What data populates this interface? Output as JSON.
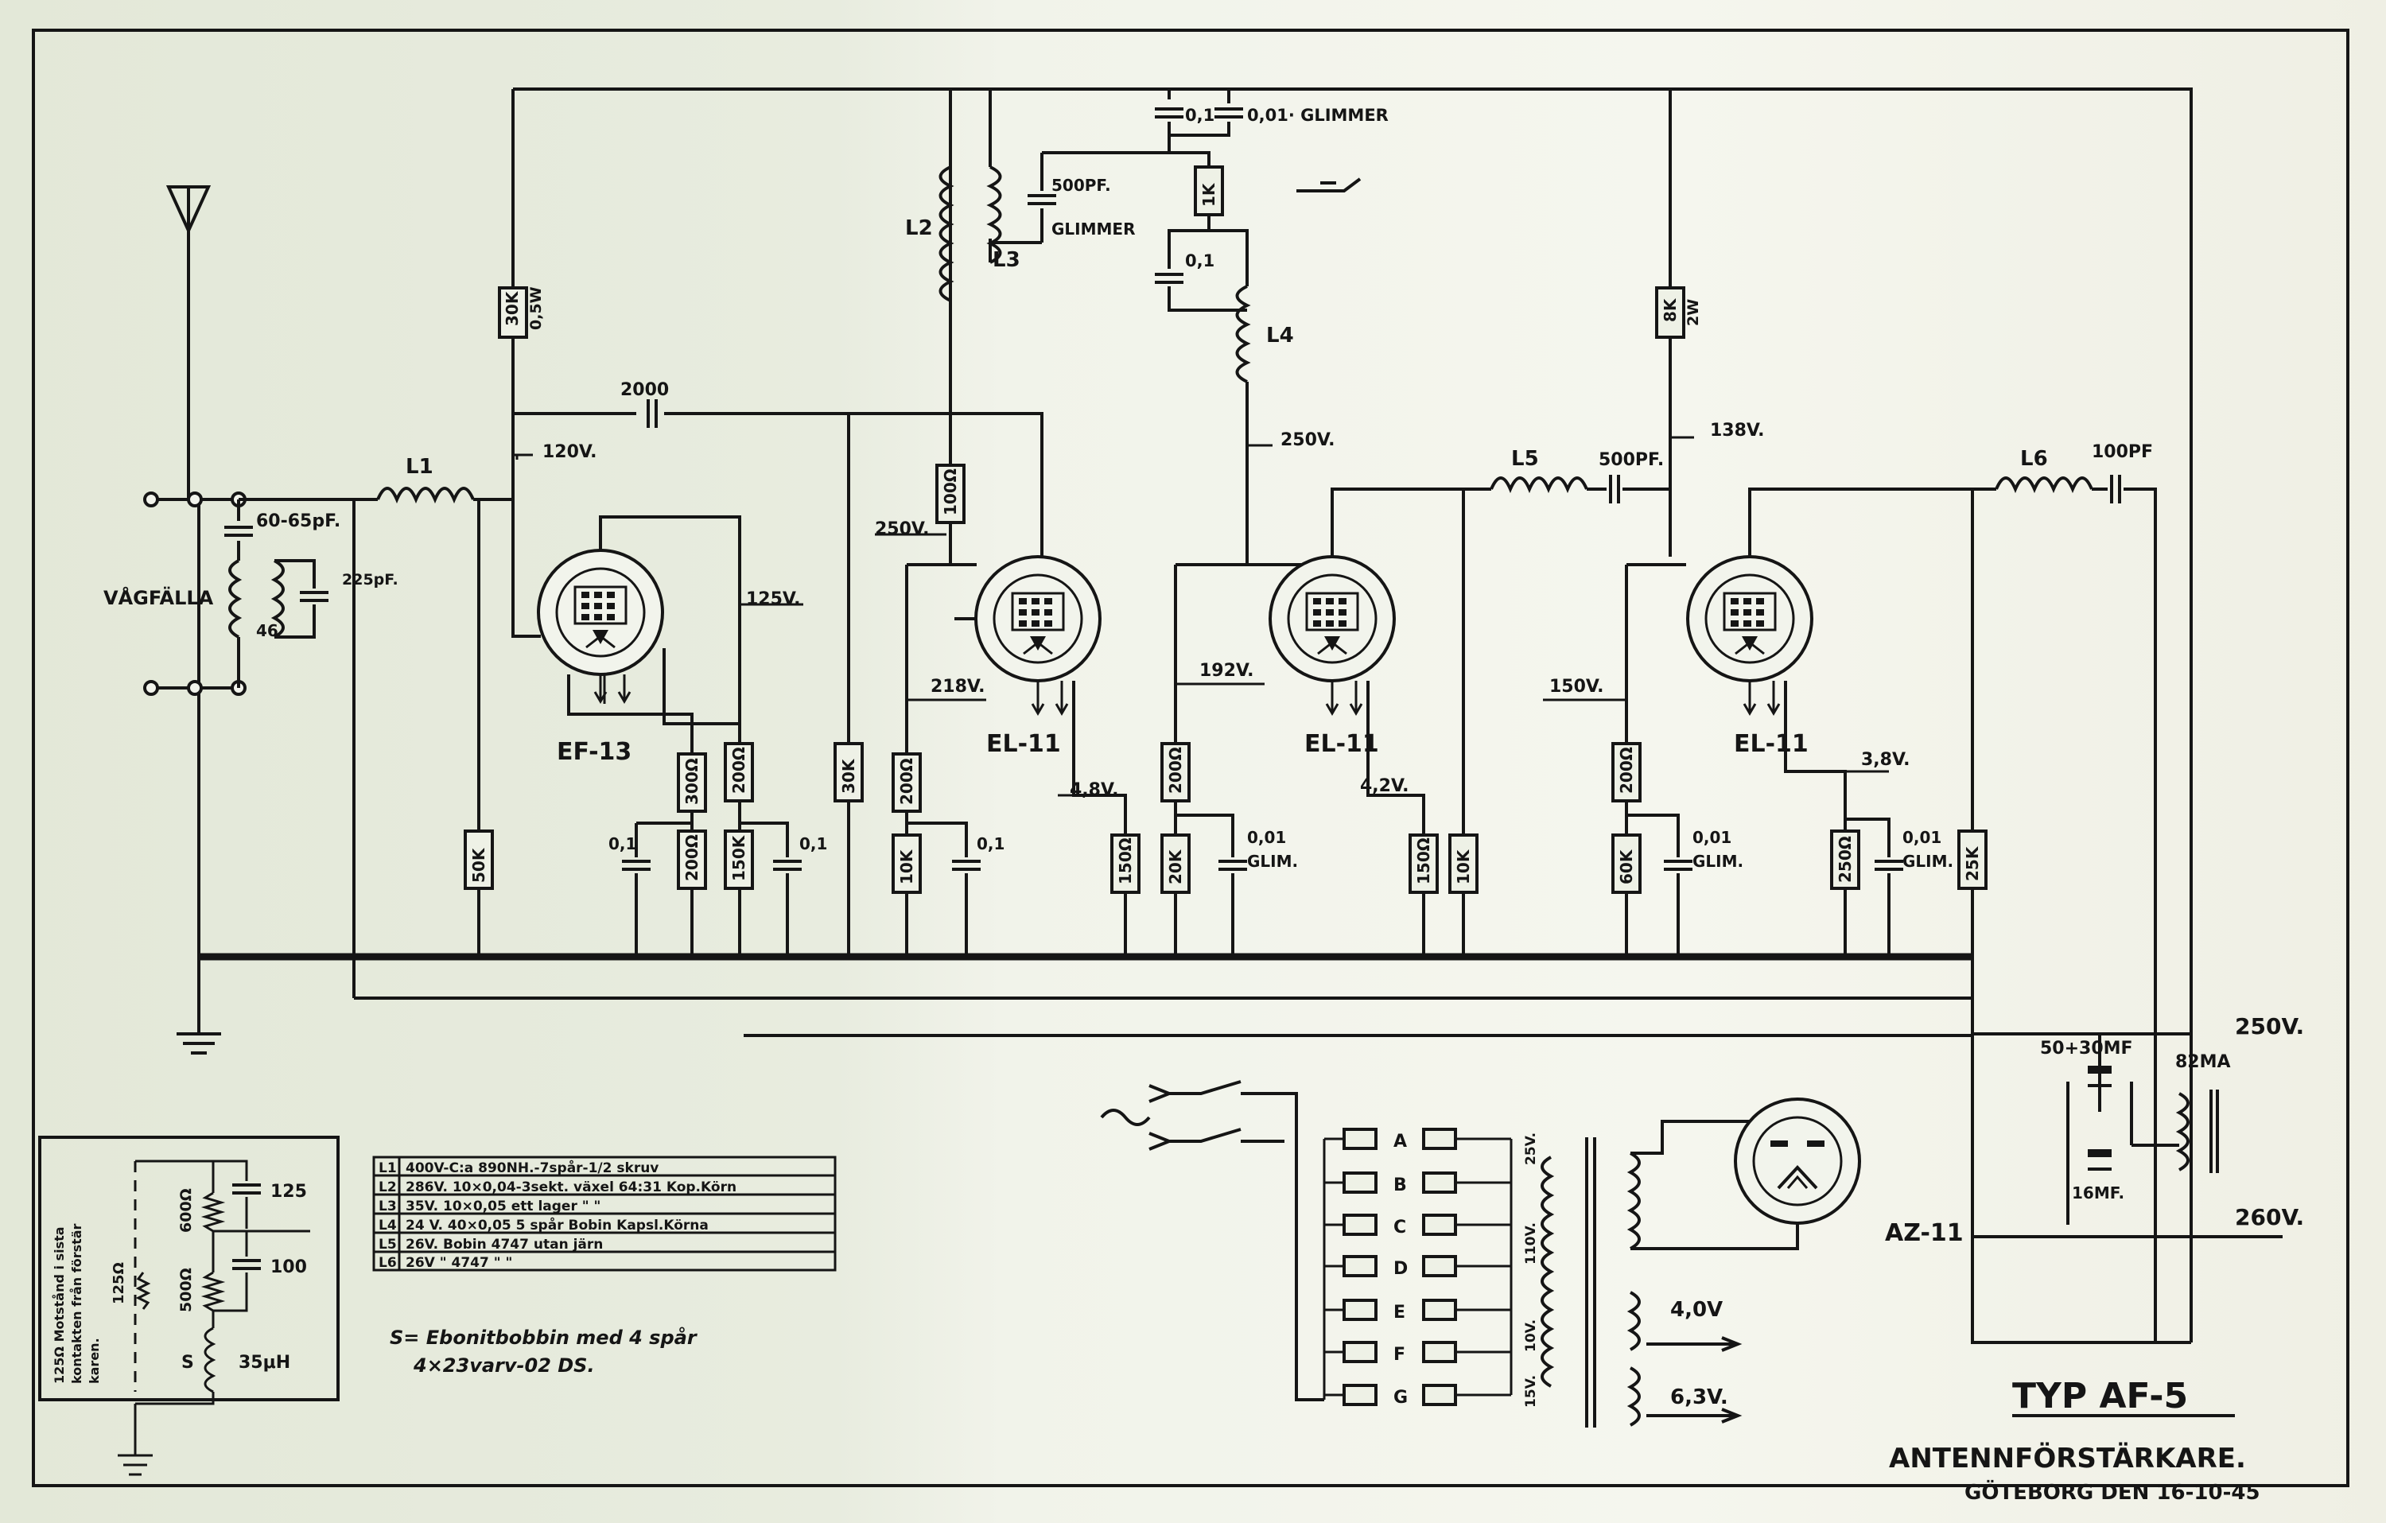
{
  "title": "TYP AF-5",
  "subtitle": "ANTENNFÖRSTÄRKARE.",
  "date_line": "GÖTEBORG DEN 16-10-45",
  "tubes": [
    "EF-13",
    "EL-11",
    "EL-11",
    "EL-11",
    "AZ-11"
  ],
  "coils": [
    "L1",
    "L2",
    "L3",
    "L4",
    "L5",
    "L6"
  ],
  "resistors": {
    "r_30k_top": "30K",
    "r_30k_top_w": "0,5W",
    "r_1k": "1K",
    "r_100_anode": "100Ω",
    "r_8k": "8K",
    "r_8k_w": "2W",
    "r_50k": "50K",
    "r_300": "300Ω",
    "r_200a": "200Ω",
    "r_200b": "200Ω",
    "r_150k": "150K",
    "r_30k": "30K",
    "r_200c": "200Ω",
    "r_10k_a": "10K",
    "r_200d": "200Ω",
    "r_150a": "150Ω",
    "r_20k": "20K",
    "r_150b": "150Ω",
    "r_10k_b": "10K",
    "r_200e": "200Ω",
    "r_60k": "60K",
    "r_250": "250Ω",
    "r_25k": "25K"
  },
  "capacitors": {
    "c_01_top": "0,1",
    "c_001_glimmer": "0,01· GLIMMER",
    "c_500_label": "500PF.",
    "c_glimmer": "GLIMMER",
    "c_01_mid": "0,1",
    "c_2000": "2000",
    "c_60_65": "60-65pF.",
    "c_225": "225pF.",
    "c_01_a": "0,1",
    "c_01_b": "0,1",
    "c_01_c": "0,1",
    "c_001_glim_a": "0,01",
    "glim_a": "GLIM.",
    "c_001_glim_b": "0,01",
    "glim_b": "GLIM.",
    "c_001_glim_c": "0,01",
    "glim_c": "GLIM.",
    "c_500_l5": "500PF.",
    "c_100_l6": "100PF",
    "c_50_30": "50+30MF",
    "c_16": "16MF."
  },
  "voltages": {
    "v120": "120V.",
    "v125": "125V.",
    "v250a": "250V.",
    "v218": "218V.",
    "v48": "4,8V.",
    "v250b": "250V.",
    "v192": "192V.",
    "v42": "4,2V.",
    "v138": "138V.",
    "v150": "150V.",
    "v38": "3,8V.",
    "v250_out": "250V.",
    "v82ma": "82MA",
    "v260": "260V.",
    "v40": "4,0V",
    "v63": "6,3V.",
    "v25": "25V.",
    "v110": "110V.",
    "v10": "10V.",
    "v15": "15V."
  },
  "vagfalla": "VÅGFÄLLA",
  "vag_sub": "46",
  "switch_letters": [
    "A",
    "B",
    "C",
    "D",
    "E",
    "F",
    "G"
  ],
  "coil_table": [
    [
      "L1",
      "400V-C:a 890NH.-7spår-1/2 skruv"
    ],
    [
      "L2",
      "286V. 10×0,04-3sekt. växel 64:31 Kop.Körn"
    ],
    [
      "L3",
      "35V. 10×0,05 ett lager \" \""
    ],
    [
      "L4",
      "24 V. 40×0,05 5 spår Bobin Kapsl.Körna"
    ],
    [
      "L5",
      "26V. Bobin 4747 utan järn"
    ],
    [
      "L6",
      "26V \" 4747 \" \""
    ]
  ],
  "note_s_line1": "S= Ebonitbobbin med 4 spår",
  "note_s_line2": "4×23varv-02 DS.",
  "inset": {
    "side_text_1": "125Ω Motstånd i sista",
    "side_text_2": "kontakten från förstär",
    "side_text_3": "karen.",
    "r_125": "125Ω",
    "r_600": "600Ω",
    "r_500": "500Ω",
    "c_125": "125",
    "c_100": "100",
    "s_label": "S",
    "l_35": "35μH"
  }
}
